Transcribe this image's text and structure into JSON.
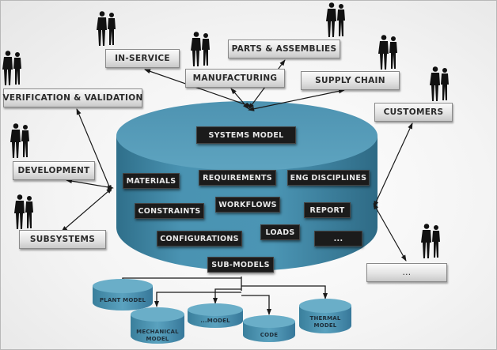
{
  "diagram": {
    "core": {
      "title": "SYSTEMS MODEL",
      "items": [
        "MATERIALS",
        "REQUIREMENTS",
        "ENG DISCIPLINES",
        "CONSTRAINTS",
        "WORKFLOWS",
        "REPORT",
        "CONFIGURATIONS",
        "LOADS",
        "...",
        "SUB-MODELS"
      ]
    },
    "stakeholders": {
      "in_service": "IN-SERVICE",
      "parts_assemblies": "PARTS & ASSEMBLIES",
      "manufacturing": "MANUFACTURING",
      "supply_chain": "SUPPLY CHAIN",
      "verification_validation": "VERIFICATION & VALIDATION",
      "customers": "CUSTOMERS",
      "development": "DEVELOPMENT",
      "subsystems": "SUBSYSTEMS",
      "other": "..."
    },
    "sub_models": {
      "plant": "PLANT MODEL",
      "mechanical_1": "MECHANICAL",
      "mechanical_2": "MODEL",
      "generic": "...MODEL",
      "code": "CODE",
      "thermal_1": "THERMAL",
      "thermal_2": "MODEL"
    },
    "colors": {
      "cylinder": "#3f8aa8",
      "cylinder_top": "#5a9fbb",
      "label_dark": "#1b1b1b",
      "label_light": "#e4e4e4"
    }
  }
}
